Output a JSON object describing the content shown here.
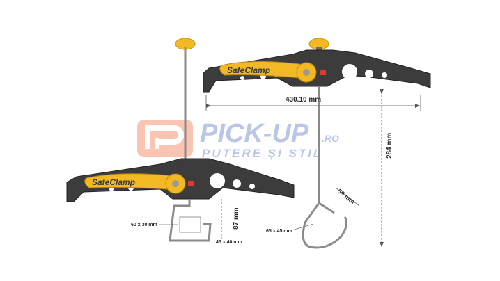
{
  "watermark": {
    "brand": "PICK-UP",
    "domain": ".RO",
    "tagline": "PUTERE ȘI STIL",
    "icon": "pickup-logo-icon",
    "colors": {
      "orange": "#f15a24",
      "blue": "#3b5fb7"
    }
  },
  "product": {
    "brand_text": "SafeClamp",
    "colors": {
      "body": "#3a3a3a",
      "lever": "#f2b925",
      "knob": "#f2b925",
      "red_button": "#e23a2a",
      "rod": "#8a8a8a"
    }
  },
  "dimensions": {
    "width_top": "430.10 mm",
    "height_total": "284 mm",
    "hook_height": "87 mm",
    "hook_size_left": "60 x 30 mm",
    "hook_size_bottom": "45 x 40 mm",
    "loop_width": "59 mm",
    "loop_size": "65 x 45 mm"
  }
}
